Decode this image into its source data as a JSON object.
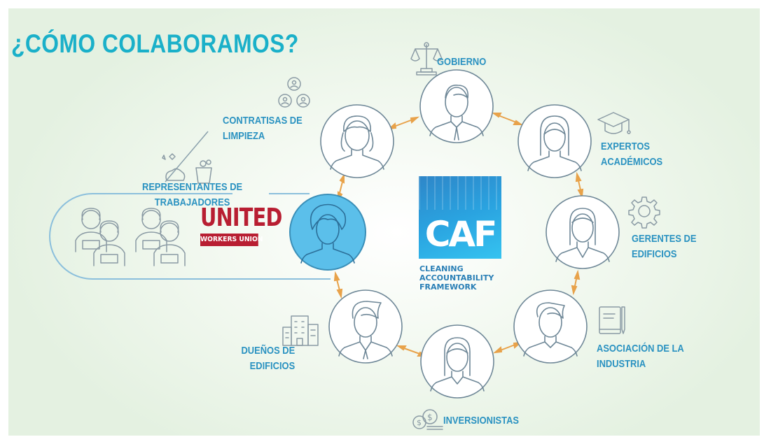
{
  "title": "¿CÓMO COLABORAMOS?",
  "center": {
    "logo_text": "CAF",
    "subtitle_lines": [
      "CLEANING",
      "ACCOUNTABILITY",
      "FRAMEWORK"
    ]
  },
  "partner_logo": {
    "line1": "UNITED",
    "line2": "WORKERS UNION"
  },
  "stakeholders": {
    "gobierno": [
      "GOBIERNO"
    ],
    "expertos": [
      "EXPERTOS",
      "ACADÉMICOS"
    ],
    "gerentes": [
      "GERENTES DE",
      "EDIFICIOS"
    ],
    "asociacion": [
      "ASOCIACIÓN DE LA",
      "INDUSTRIA"
    ],
    "inversionistas": [
      "INVERSIONISTAS"
    ],
    "duenos": [
      "DUEÑOS DE",
      "EDIFICIOS"
    ],
    "representantes": [
      "REPRESENTANTES DE",
      "TRABAJADORES"
    ],
    "contratistas": [
      "CONTRATISAS DE",
      "LIMPIEZA"
    ]
  },
  "colors": {
    "title": "#1ab0c9",
    "label": "#2a92c1",
    "node_stroke": "#6e8797",
    "highlight_fill": "#5bbfea",
    "arrow": "#e8a24a",
    "caf_bg": "#2aa3e0",
    "uwu_red": "#b81e32"
  }
}
